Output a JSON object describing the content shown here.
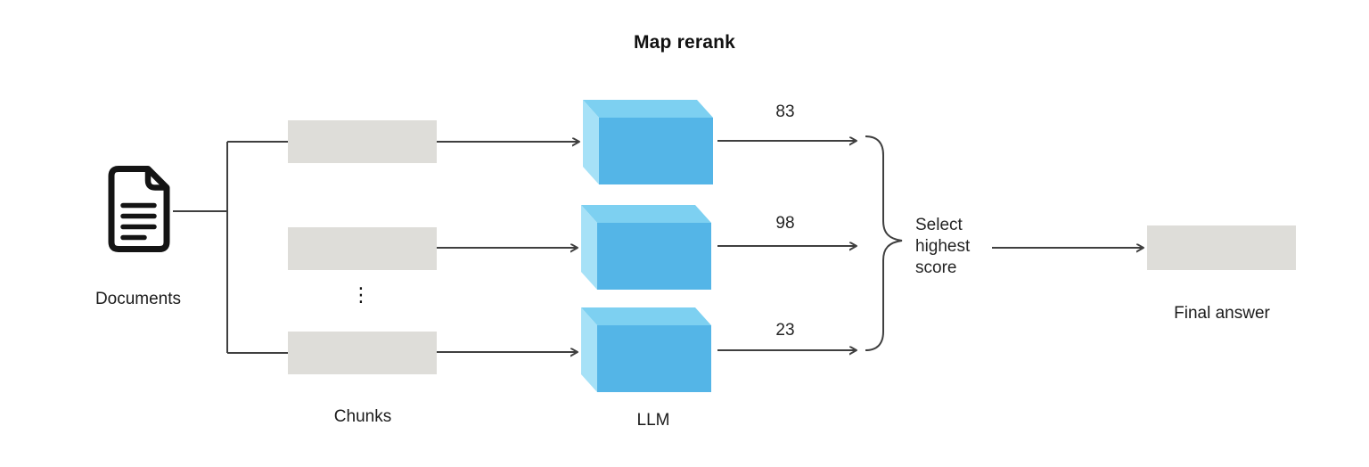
{
  "title": "Map rerank",
  "documents": {
    "label": "Documents"
  },
  "chunks": {
    "label": "Chunks",
    "ellipsis": "⋮"
  },
  "llm": {
    "label": "LLM"
  },
  "scores": [
    "83",
    "98",
    "23"
  ],
  "select": {
    "lines": [
      "Select",
      "highest",
      "score"
    ]
  },
  "final_answer": {
    "label": "Final answer"
  },
  "colors": {
    "llm_front": "#54B5E7",
    "llm_top": "#7DD0F1",
    "llm_side": "#A6E1F7",
    "chunk_fill": "#DEDDD9",
    "line": "#3f3f3f",
    "text": "#1b1b1b"
  }
}
